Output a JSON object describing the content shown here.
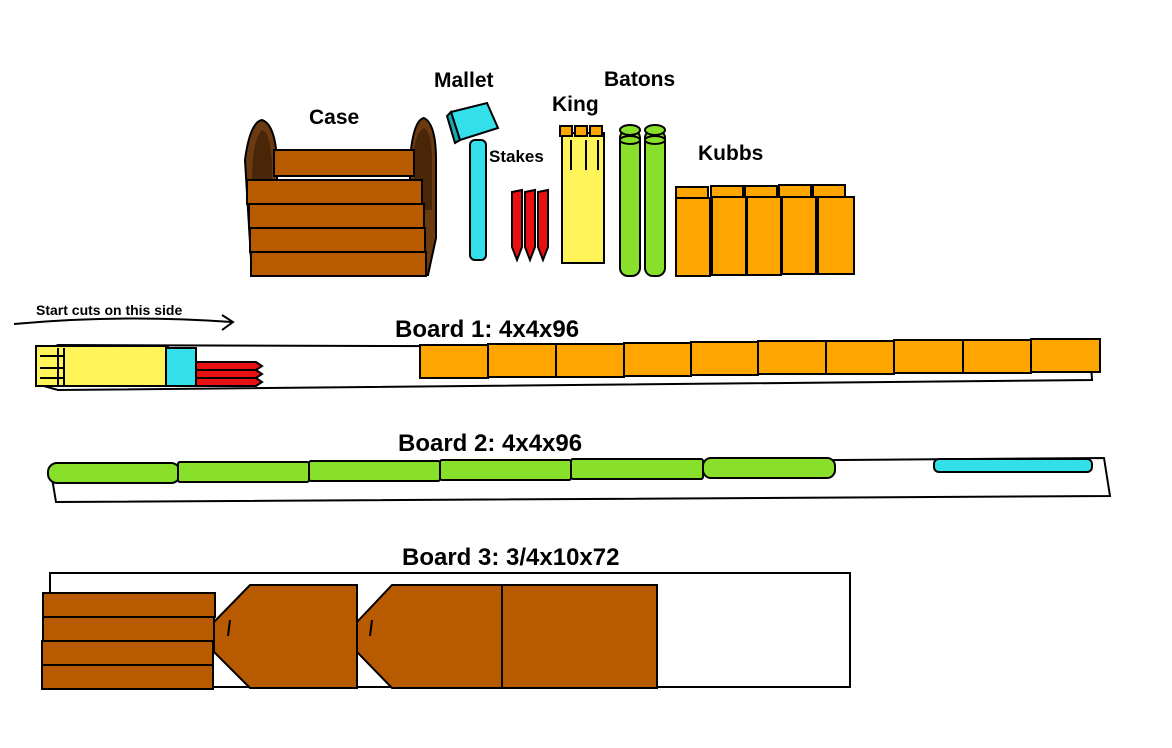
{
  "labels": {
    "case": "Case",
    "mallet": "Mallet",
    "stakes": "Stakes",
    "king": "King",
    "batons": "Batons",
    "kubbs": "Kubbs"
  },
  "note": "Start cuts on this side",
  "boards": [
    {
      "title": "Board 1: 4x4x96"
    },
    {
      "title": "Board 2: 4x4x96"
    },
    {
      "title": "Board 3: 3/4x10x72"
    }
  ],
  "colors": {
    "kubb": "#ffa500",
    "baton": "#88e02a",
    "king": "#fff45a",
    "mallet": "#33e0ea",
    "stake": "#e81010",
    "case": "#b85a00",
    "case_shadow": "#6b3a10",
    "board": "#ffffff",
    "outline": "#000000"
  }
}
